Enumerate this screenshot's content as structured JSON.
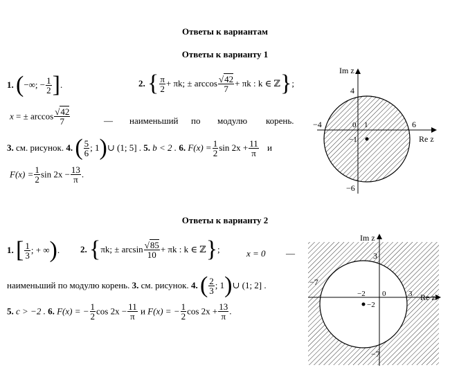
{
  "title": "Ответы к вариантам",
  "v1": {
    "heading": "Ответы к варианту 1",
    "n1": "1.",
    "a1_open": "(",
    "a1_left": "−∞; −",
    "a1_num": "1",
    "a1_den": "2",
    "a1_close": "]",
    "a1_dot": ".",
    "n2": "2.",
    "a2_open": "{",
    "a2_num1": "π",
    "a2_den1": "2",
    "a2_mid": "+ πk; ± arccos",
    "a2_rad": "42",
    "a2_den2": "7",
    "a2_tail": "+ πk : k ∈ ℤ",
    "a2_close": "}",
    "a2_semi": ";",
    "l2_x": "x",
    "l2_eq": "= ± arccos",
    "l2_rad": "42",
    "l2_den": "7",
    "l2_dash": "—",
    "l2_w1": "наименьший",
    "l2_w2": "по",
    "l2_w3": "модулю",
    "l2_w4": "корень.",
    "n3": "3.",
    "a3": "см. рисунок.",
    "n4": "4.",
    "a4_open": "(",
    "a4_num": "5",
    "a4_den": "6",
    "a4_tail": "; 1",
    "a4_close": ")",
    "a4_union": "∪ (1; 5] .",
    "n5": "5.",
    "a5": "b < 2 .",
    "n6": "6.",
    "a6_f": "F(x) =",
    "a6_n1": "1",
    "a6_d1": "2",
    "a6_mid": "sin 2x +",
    "a6_n2": "11",
    "a6_d2": "π",
    "a6_and": "и",
    "l4_f": "F(x) =",
    "l4_n1": "1",
    "l4_d1": "2",
    "l4_mid": "sin 2x −",
    "l4_n2": "13",
    "l4_d2": "π",
    "l4_dot": "."
  },
  "v2": {
    "heading": "Ответы к варианту 2",
    "n1": "1.",
    "a1_open": "[",
    "a1_num": "1",
    "a1_den": "3",
    "a1_tail": "; + ∞",
    "a1_close": ")",
    "a1_dot": ".",
    "n2": "2.",
    "a2_open": "{",
    "a2_mid": "πk; ± arcsin",
    "a2_rad": "85",
    "a2_den": "10",
    "a2_tail": "+ πk : k ∈ ℤ",
    "a2_close": "}",
    "a2_semi": ";",
    "x0": "x = 0",
    "dash": "—",
    "l2": "наименьший по модулю корень.",
    "n3": "3.",
    "a3": "см. рисунок.",
    "n4": "4.",
    "a4_open": "(",
    "a4_num": "2",
    "a4_den": "3",
    "a4_tail": "; 1",
    "a4_close": ")",
    "a4_union": "∪ (1; 2] .",
    "n5": "5.",
    "a5": "c > −2 .",
    "n6": "6.",
    "a6_f": "F(x) = −",
    "a6_n1": "1",
    "a6_d1": "2",
    "a6_mid": "cos 2x −",
    "a6_n2": "11",
    "a6_d2": "π",
    "a6_and": "и",
    "a6_f2": "F(x) = −",
    "a6_n3": "1",
    "a6_d3": "2",
    "a6_mid2": "cos 2x +",
    "a6_n4": "13",
    "a6_d4": "π",
    "a6_dot": "."
  },
  "fig1": {
    "ylabel": "Im z",
    "xlabel": "Re z",
    "t4": "4",
    "tm4": "−4",
    "t6": "6",
    "tm6": "−6",
    "t0": "0",
    "t1": "1",
    "tm1": "−1"
  },
  "fig2": {
    "ylabel": "Im z",
    "xlabel": "Re z",
    "t3": "3",
    "tm7": "−7",
    "tm7b": "−7",
    "tm2": "−2",
    "t0": "0",
    "t3b": "3",
    "pt": "−2"
  }
}
